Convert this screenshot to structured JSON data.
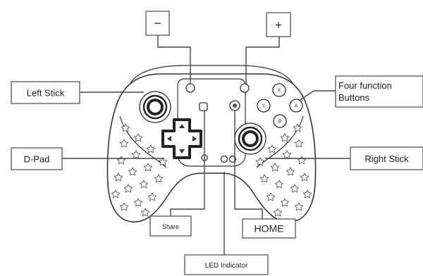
{
  "labels": {
    "minus": "−",
    "plus": "+",
    "left_stick": "Left Stick",
    "four_function_line1": "Four function",
    "four_function_line2": "Buttons",
    "dpad": "D-Pad",
    "right_stick": "Right Stick",
    "share": "Share",
    "home": "HOME",
    "led_indicator": "LED Indicator"
  },
  "face_buttons": {
    "top": "X",
    "left": "Y",
    "right": "A",
    "bottom": "B"
  },
  "colors": {
    "outline": "#333333",
    "leader_line": "#444444",
    "label_text": "#222222"
  }
}
